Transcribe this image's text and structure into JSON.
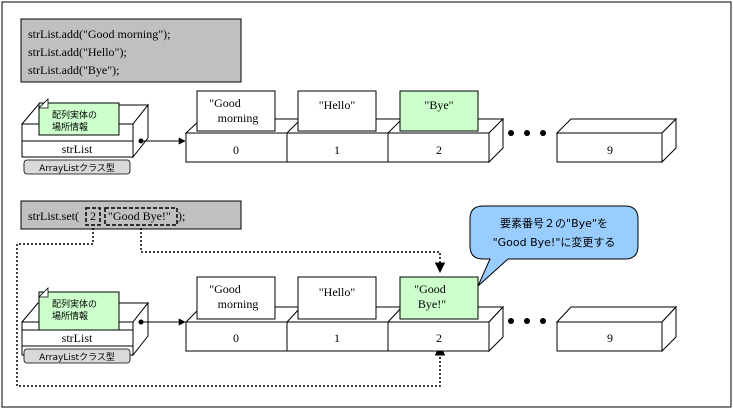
{
  "top_code": {
    "lines": [
      "strList.add(\"Good morning\");",
      "strList.add(\"Hello\");",
      "strList.add(\"Bye\");"
    ]
  },
  "bottom_code": {
    "prefix": "strList.set(",
    "index_arg": "2",
    "value_arg": "\"Good Bye!\"",
    "suffix": ");"
  },
  "variable": {
    "note_line1": "配列実体の",
    "note_line2": "場所情報",
    "name": "strList",
    "type_label": "ArrayListクラス型"
  },
  "top_array": {
    "items": [
      {
        "lines": [
          "\"Good",
          "morning"
        ],
        "highlight": false
      },
      {
        "lines": [
          "\"Hello\""
        ],
        "highlight": false
      },
      {
        "lines": [
          "\"Bye\""
        ],
        "highlight": true
      }
    ],
    "indices": [
      "0",
      "1",
      "2",
      "9"
    ]
  },
  "bottom_array": {
    "items": [
      {
        "lines": [
          "\"Good",
          "morning"
        ],
        "highlight": false
      },
      {
        "lines": [
          "\"Hello\""
        ],
        "highlight": false
      },
      {
        "lines": [
          "\"Good",
          "Bye!\""
        ],
        "highlight": true
      }
    ],
    "indices": [
      "0",
      "1",
      "2",
      "9"
    ]
  },
  "callout": {
    "line1": "要素番号２の\"Bye\"を",
    "line2": "\"Good Bye!\"に変更する"
  },
  "colors": {
    "code_box": "#c0c0c0",
    "note_fill": "#ccffcc",
    "highlight": "#ccffcc",
    "callout_fill": "#99ccff",
    "type_label_fill": "#d9d9d9"
  },
  "icons": {
    "ellipsis": "dots-icon",
    "arrow": "arrowhead-icon"
  }
}
